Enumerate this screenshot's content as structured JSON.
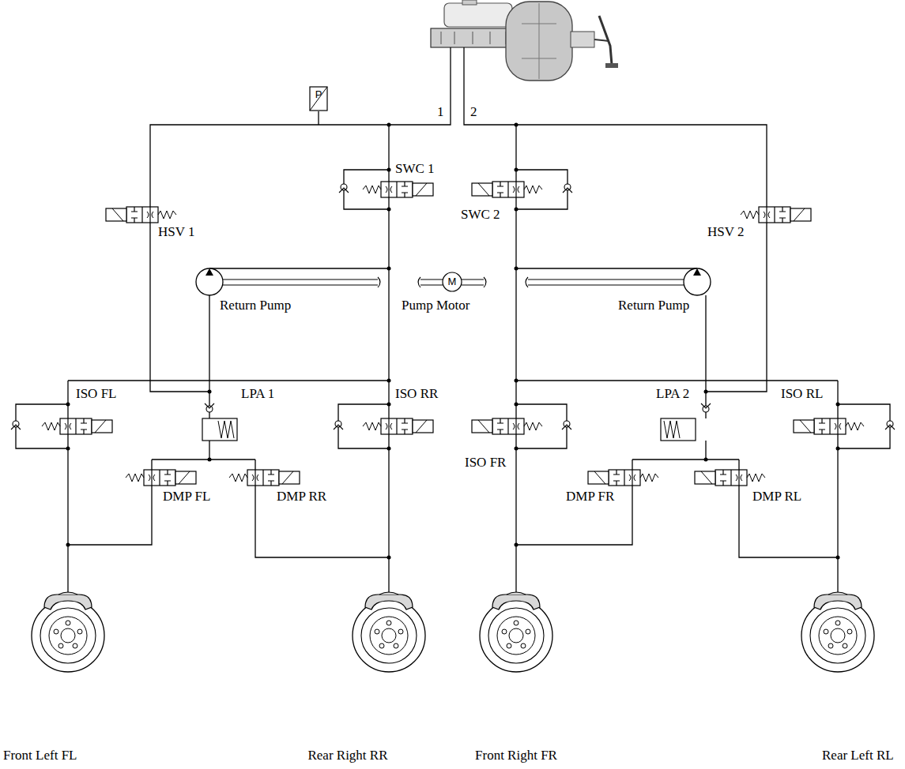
{
  "diagram": {
    "labels": [
      "1",
      "2",
      "P",
      "SWC 1",
      "SWC 2",
      "HSV 1",
      "HSV 2",
      "Return Pump",
      "M",
      "Pump Motor",
      "Return Pump",
      "LPA 1",
      "LPA 2",
      "ISO FL",
      "ISO RR",
      "ISO FR",
      "ISO RL",
      "DMP FL",
      "DMP RR",
      "DMP FR",
      "DMP RL",
      "Front Left FL",
      "Rear Right RR",
      "Front Right FR",
      "Rear Left RL"
    ]
  }
}
